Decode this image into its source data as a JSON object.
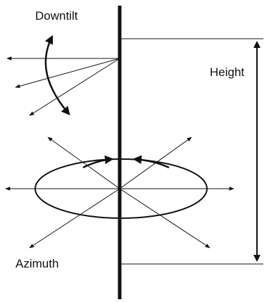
{
  "labels": {
    "downtilt": "Downtilt",
    "height": "Height",
    "azimuth": "Azimuth"
  },
  "colors": {
    "stroke": "#111111",
    "background": "#ffffff"
  }
}
